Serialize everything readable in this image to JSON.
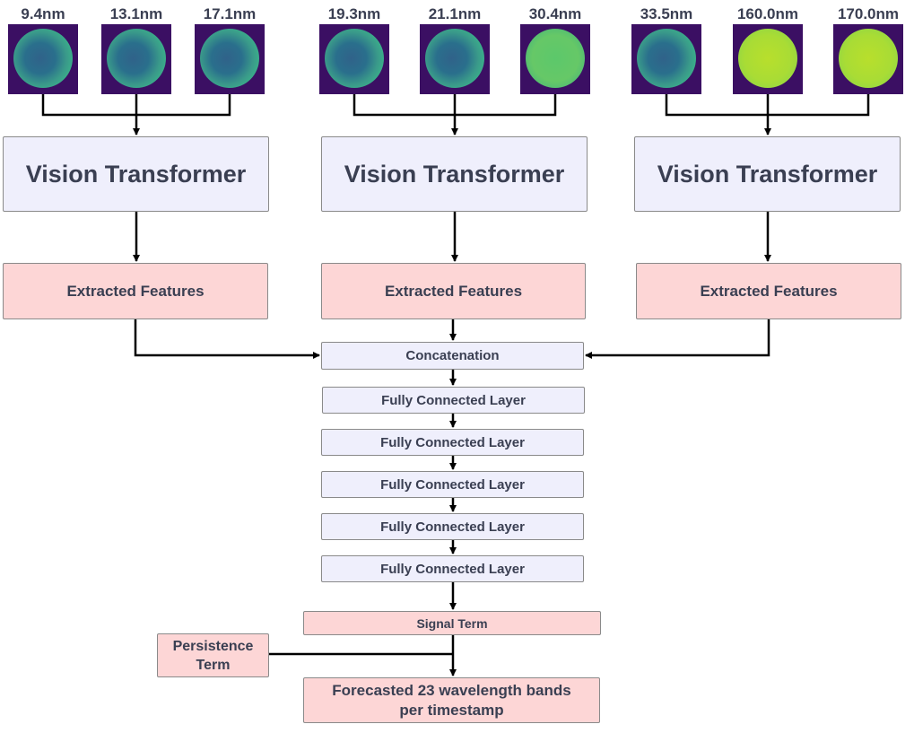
{
  "wavelengths": [
    "9.4nm",
    "13.1nm",
    "17.1nm",
    "19.3nm",
    "21.1nm",
    "30.4nm",
    "33.5nm",
    "160.0nm",
    "170.0nm"
  ],
  "encoder_label": "Vision Transformer",
  "features_label": "Extracted Features",
  "concat_label": "Concatenation",
  "fc_label": "Fully Connected Layer",
  "signal_label": "Signal Term",
  "persistence_label": "Persistence Term",
  "output_label_line1": "Forecasted 23 wavelength bands",
  "output_label_line2": "per timestamp",
  "colors": {
    "lavender": "#efeffc",
    "pink": "#fdd6d6",
    "text": "#3a3f52",
    "line": "#000000"
  }
}
